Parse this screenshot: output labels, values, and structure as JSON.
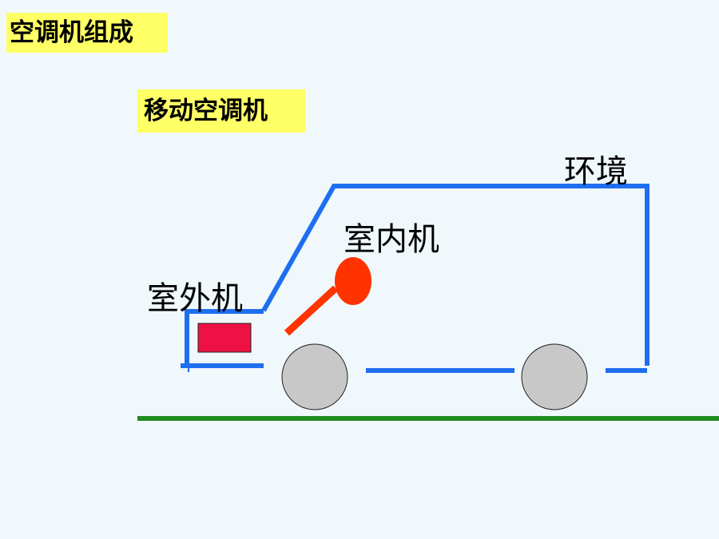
{
  "title": "空调机组成",
  "subtitle": "移动空调机",
  "labels": {
    "environment": "环境",
    "indoor_unit": "室内机",
    "outdoor_unit": "室外机"
  },
  "colors": {
    "background": "#f0f8fc",
    "highlight": "#ffff66",
    "vehicle_outline": "#1e6ef0",
    "ground": "#1e8c1e",
    "outdoor_unit": "#ee1144",
    "indoor_unit": "#ff3300",
    "wheel": "#c8c8c8"
  }
}
